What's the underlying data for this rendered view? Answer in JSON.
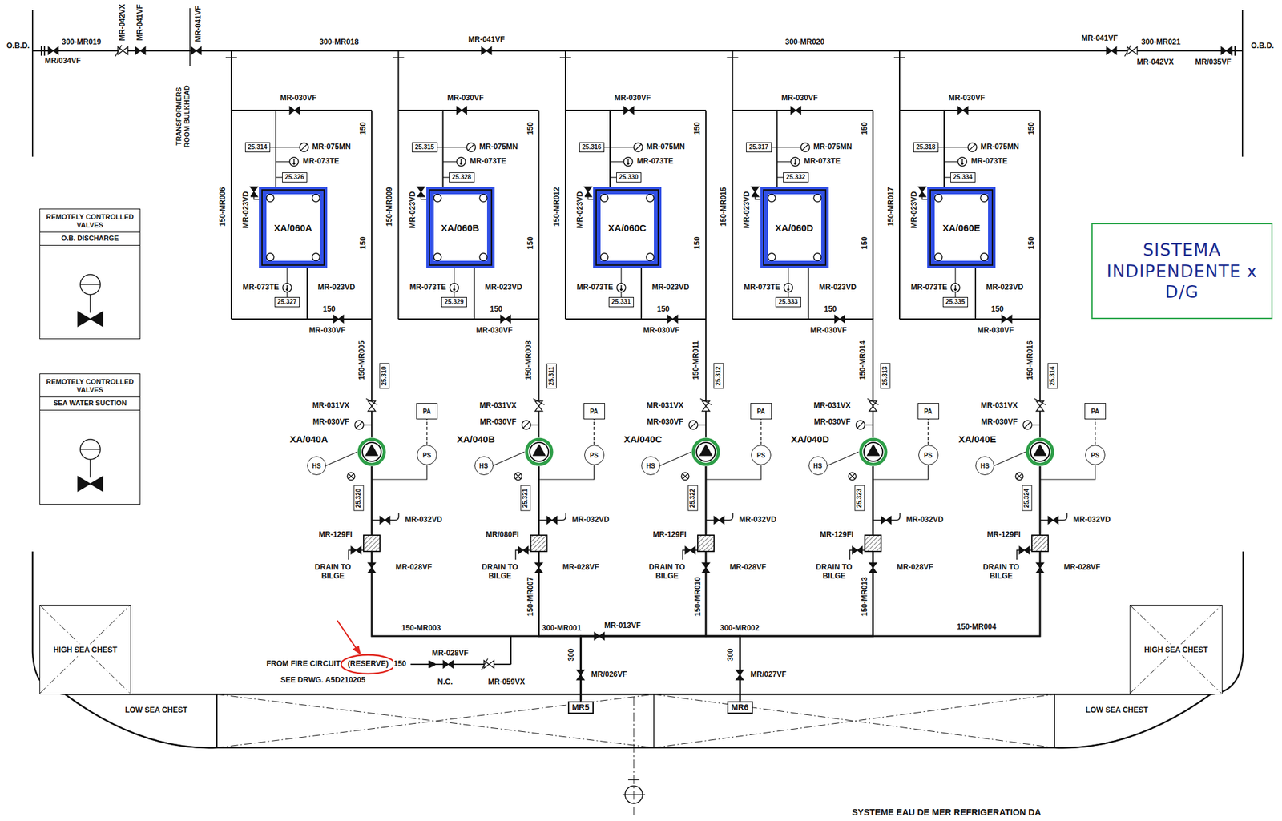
{
  "diagram": {
    "nodes": [
      {
        "text": [
          "REMOTELY CONTROLLED VALVES",
          "O.B. DISCHARGE"
        ]
      },
      {
        "text": [
          "REMOTELY CONTROLLED VALVES",
          "SEA WATER SUCTION"
        ]
      },
      {
        "text": [
          "SISTEMA INDIPENDENTE x D/G"
        ]
      },
      {
        "text": [
          "25.314"
        ]
      },
      {
        "text": [
          "25.326"
        ]
      },
      {
        "text": [
          "XA/060A"
        ]
      },
      {
        "text": [
          "25.327"
        ]
      },
      {
        "text": [
          "25.310"
        ]
      },
      {
        "text": [
          "PA"
        ]
      },
      {
        "text": [
          "XA/040A"
        ]
      },
      {
        "text": [
          "PS"
        ]
      },
      {
        "text": [
          "HS"
        ]
      },
      {
        "text": [
          "25.320"
        ]
      },
      {
        "text": [
          "25.315"
        ]
      },
      {
        "text": [
          "25.328"
        ]
      },
      {
        "text": [
          "XA/060B"
        ]
      },
      {
        "text": [
          "25.329"
        ]
      },
      {
        "text": [
          "25.311"
        ]
      },
      {
        "text": [
          "PA"
        ]
      },
      {
        "text": [
          "XA/040B"
        ]
      },
      {
        "text": [
          "PS"
        ]
      },
      {
        "text": [
          "HS"
        ]
      },
      {
        "text": [
          "25.321"
        ]
      },
      {
        "text": [
          "25.316"
        ]
      },
      {
        "text": [
          "25.330"
        ]
      },
      {
        "text": [
          "XA/060C"
        ]
      },
      {
        "text": [
          "25.331"
        ]
      },
      {
        "text": [
          "25.312"
        ]
      },
      {
        "text": [
          "PA"
        ]
      },
      {
        "text": [
          "XA/040C"
        ]
      },
      {
        "text": [
          "PS"
        ]
      },
      {
        "text": [
          "HS"
        ]
      },
      {
        "text": [
          "25.322"
        ]
      },
      {
        "text": [
          "25.317"
        ]
      },
      {
        "text": [
          "25.332"
        ]
      },
      {
        "text": [
          "XA/060D"
        ]
      },
      {
        "text": [
          "25.333"
        ]
      },
      {
        "text": [
          "25.313"
        ]
      },
      {
        "text": [
          "PA"
        ]
      },
      {
        "text": [
          "XA/040D"
        ]
      },
      {
        "text": [
          "PS"
        ]
      },
      {
        "text": [
          "HS"
        ]
      },
      {
        "text": [
          "25.323"
        ]
      },
      {
        "text": [
          "25.318"
        ]
      },
      {
        "text": [
          "25.334"
        ]
      },
      {
        "text": [
          "XA/060E"
        ]
      },
      {
        "text": [
          "25.335"
        ]
      },
      {
        "text": [
          "25.314"
        ]
      },
      {
        "text": [
          "PA"
        ]
      },
      {
        "text": [
          "XA/040E"
        ]
      },
      {
        "text": [
          "PS"
        ]
      },
      {
        "text": [
          "HS"
        ]
      },
      {
        "text": [
          "25.324"
        ]
      },
      {
        "text": [
          "HIGH SEA CHEST"
        ]
      },
      {
        "text": [
          "HIGH SEA CHEST"
        ]
      },
      {
        "text": [
          "LOW SEA CHEST"
        ]
      },
      {
        "text": [
          "LOW SEA CHEST"
        ]
      },
      {
        "text": [
          "MR5"
        ]
      },
      {
        "text": [
          "MR6"
        ]
      }
    ],
    "edges": [
      {
        "from": 9,
        "to": 5,
        "arrow": "none"
      },
      {
        "from": 10,
        "to": 8,
        "arrow": "none"
      },
      {
        "from": 11,
        "to": 9,
        "arrow": "none"
      },
      {
        "from": 19,
        "to": 15,
        "arrow": "none"
      },
      {
        "from": 20,
        "to": 18,
        "arrow": "none"
      },
      {
        "from": 21,
        "to": 19,
        "arrow": "none"
      },
      {
        "from": 29,
        "to": 25,
        "arrow": "none"
      },
      {
        "from": 30,
        "to": 28,
        "arrow": "none"
      },
      {
        "from": 31,
        "to": 29,
        "arrow": "none"
      },
      {
        "from": 39,
        "to": 35,
        "arrow": "none"
      },
      {
        "from": 40,
        "to": 38,
        "arrow": "none"
      },
      {
        "from": 41,
        "to": 39,
        "arrow": "none"
      },
      {
        "from": 49,
        "to": 45,
        "arrow": "none"
      },
      {
        "from": 50,
        "to": 48,
        "arrow": "none"
      },
      {
        "from": 51,
        "to": 49,
        "arrow": "none"
      },
      {
        "from": 57,
        "to": 9,
        "arrow": "none"
      },
      {
        "from": 57,
        "to": 19,
        "arrow": "none"
      },
      {
        "from": 57,
        "to": 29,
        "arrow": "none"
      },
      {
        "from": 57,
        "to": 39,
        "arrow": "none"
      },
      {
        "from": 57,
        "to": 49,
        "arrow": "none"
      },
      {
        "from": 58,
        "to": 9,
        "arrow": "none"
      },
      {
        "from": 58,
        "to": 19,
        "arrow": "none"
      },
      {
        "from": 58,
        "to": 29,
        "arrow": "none"
      },
      {
        "from": 58,
        "to": 39,
        "arrow": "none"
      },
      {
        "from": 58,
        "to": 49,
        "arrow": "none"
      }
    ],
    "labels": [
      "O.B.D.",
      "300-MR019",
      "MR/034VF",
      "MR-042VX",
      "MR-041VF",
      "MR-041VF",
      "TRANSFORMERS ROOM BULKHEAD",
      "300-MR018",
      "MR-041VF",
      "300-MR020",
      "MR-041VF",
      "300-MR021",
      "MR-042VX",
      "MR/035VF",
      "O.B.D.",
      "MR-030VF",
      "150",
      "MR-075MN",
      "MR-073TE",
      "150-MR006",
      "MR-023VD",
      "150",
      "MR-073TE",
      "MR-023VD",
      "150",
      "MR-030VF",
      "150-MR005",
      "MR-031VX",
      "MR-030VF",
      "MR-032VD",
      "MR-129FI",
      "DRAIN TO BILGE",
      "MR-028VF",
      "MR-030VF",
      "150",
      "MR-075MN",
      "MR-073TE",
      "150-MR009",
      "MR-023VD",
      "150",
      "MR-073TE",
      "MR-023VD",
      "150",
      "MR-030VF",
      "150-MR008",
      "MR-031VX",
      "MR-030VF",
      "MR-032VD",
      "MR/080FI",
      "DRAIN TO BILGE",
      "MR-028VF",
      "MR-030VF",
      "150",
      "MR-075MN",
      "MR-073TE",
      "150-MR012",
      "MR-023VD",
      "150",
      "MR-073TE",
      "MR-023VD",
      "150",
      "MR-030VF",
      "150-MR011",
      "MR-031VX",
      "MR-030VF",
      "MR-032VD",
      "MR-129FI",
      "DRAIN TO BILGE",
      "MR-028VF",
      "MR-030VF",
      "150",
      "MR-075MN",
      "MR-073TE",
      "150-MR015",
      "MR-023VD",
      "150",
      "MR-073TE",
      "MR-023VD",
      "150",
      "MR-030VF",
      "150-MR014",
      "MR-031VX",
      "MR-030VF",
      "MR-032VD",
      "MR-129FI",
      "DRAIN TO BILGE",
      "MR-028VF",
      "MR-030VF",
      "150",
      "MR-075MN",
      "MR-073TE",
      "150-MR017",
      "MR-023VD",
      "150",
      "MR-073TE",
      "MR-023VD",
      "150",
      "MR-030VF",
      "150-MR016",
      "MR-031VX",
      "MR-030VF",
      "MR-032VD",
      "MR-129FI",
      "DRAIN TO BILGE",
      "MR-028VF",
      "150-MR007",
      "150-MR010",
      "150-MR013",
      "150-MR003",
      "300-MR001",
      "MR-013VF",
      "300-MR002",
      "150-MR004",
      "300",
      "300",
      "MR-028VF",
      "FROM FIRE CIRCUIT",
      "(RESERVE)",
      "150",
      "MR/026VF",
      "MR/027VF",
      "SEE DRWG. A5D210205",
      "N.C.",
      "MR-059VX",
      "SYSTEME EAU DE MER REFRIGERATION DA"
    ]
  }
}
